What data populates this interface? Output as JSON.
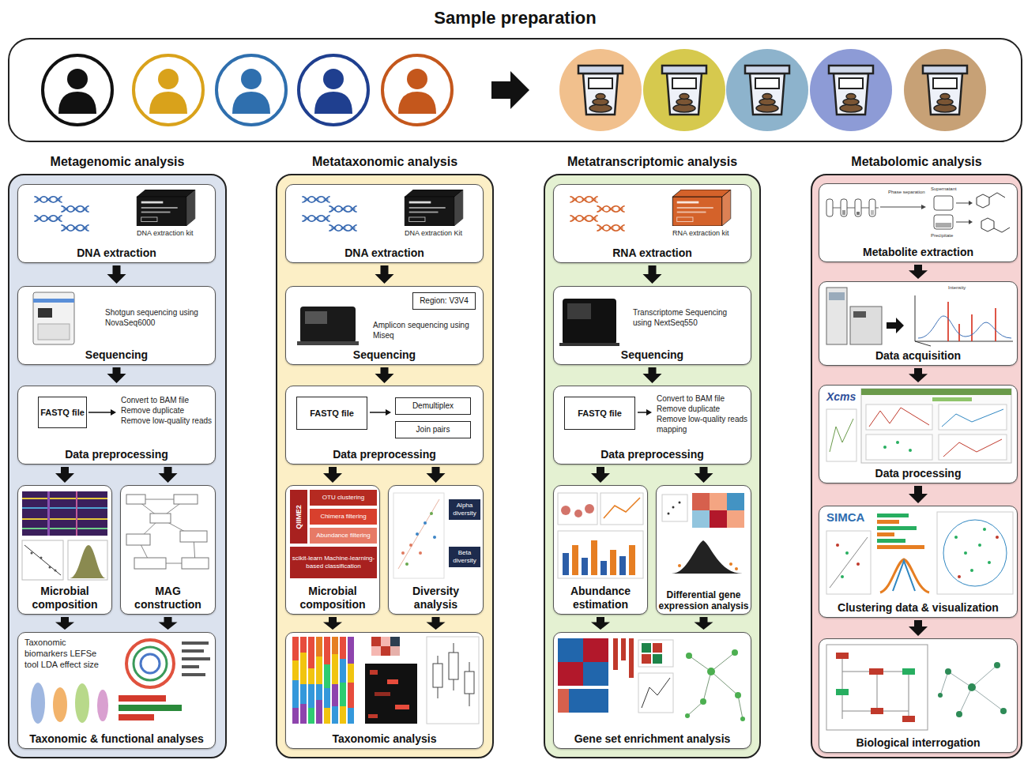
{
  "diagram": {
    "nodes": [
      {
        "text": [
          "Sample preparation"
        ]
      },
      {
        "text": [
          "Metagenomic analysis"
        ]
      },
      {
        "text": [
          "DNA extraction kit",
          "DNA extraction"
        ],
        "in": 1
      },
      {
        "text": [
          "Shotgun sequencing using NovaSeq6000",
          "Sequencing"
        ],
        "in": 1
      },
      {
        "text": [
          "Convert to BAM file Remove duplicate Remove low-quality reads",
          "Data preprocessing"
        ],
        "in": 1
      },
      {
        "text": [
          "FASTQ file"
        ],
        "in": 4
      },
      {
        "text": [
          "Microbial composition"
        ],
        "in": 1
      },
      {
        "text": [
          "MAG construction"
        ],
        "in": 1
      },
      {
        "text": [
          "Taxonomic biomarkers LEFSe tool LDA effect size",
          "Taxonomic & functional analyses"
        ],
        "in": 1
      },
      {
        "text": [
          "Metataxonomic analysis"
        ]
      },
      {
        "text": [
          "DNA extraction Kit",
          "DNA extraction"
        ],
        "in": 9
      },
      {
        "text": [
          "Amplicon sequencing using Miseq",
          "Sequencing"
        ],
        "in": 9
      },
      {
        "text": [
          "Region: V3V4"
        ],
        "in": 11
      },
      {
        "text": [
          "Data preprocessing"
        ],
        "in": 9
      },
      {
        "text": [
          "FASTQ file"
        ],
        "in": 13
      },
      {
        "text": [
          "Demultiplex"
        ],
        "in": 13
      },
      {
        "text": [
          "Join pairs"
        ],
        "in": 13
      },
      {
        "text": [
          "Microbial composition"
        ],
        "in": 9
      },
      {
        "text": [
          "QIIME2"
        ],
        "in": 17
      },
      {
        "text": [
          "OTU clustering"
        ],
        "in": 17
      },
      {
        "text": [
          "Chimera filtering"
        ],
        "in": 17
      },
      {
        "text": [
          "Abundance filtering"
        ],
        "in": 17
      },
      {
        "text": [
          "scikit-learn Machine-learning-based classification"
        ],
        "in": 17
      },
      {
        "text": [
          "Diversity analysis"
        ],
        "in": 9
      },
      {
        "text": [
          "Alpha diversity"
        ],
        "in": 23
      },
      {
        "text": [
          "Beta diversity"
        ],
        "in": 23
      },
      {
        "text": [
          "Taxonomic analysis"
        ],
        "in": 9
      },
      {
        "text": [
          "Metatranscriptomic analysis"
        ]
      },
      {
        "text": [
          "RNA extraction kit",
          "RNA extraction"
        ],
        "in": 27
      },
      {
        "text": [
          "Transcriptome Sequencing using NextSeq550",
          "Sequencing"
        ],
        "in": 27
      },
      {
        "text": [
          "Convert to BAM file Remove duplicate Remove low-quality reads mapping",
          "Data preprocessing"
        ],
        "in": 27
      },
      {
        "text": [
          "FASTQ file"
        ],
        "in": 30
      },
      {
        "text": [
          "Abundance estimation"
        ],
        "in": 27
      },
      {
        "text": [
          "Differential gene expression analysis"
        ],
        "in": 27
      },
      {
        "text": [
          "Gene set enrichment analysis"
        ],
        "in": 27
      },
      {
        "text": [
          "Metabolomic analysis"
        ]
      },
      {
        "text": [
          "Metabolite extraction"
        ],
        "in": 35
      },
      {
        "text": [
          "Data acquisition"
        ],
        "in": 35
      },
      {
        "text": [
          "Data processing"
        ],
        "in": 35
      },
      {
        "text": [
          "Clustering data & visualization"
        ],
        "in": 35
      },
      {
        "text": [
          "Biological interrogation"
        ],
        "in": 35
      }
    ],
    "edges": [
      {
        "from": 2,
        "to": 3,
        "arrow": "to"
      },
      {
        "from": 3,
        "to": 4,
        "arrow": "to"
      },
      {
        "from": 4,
        "to": 6,
        "arrow": "to"
      },
      {
        "from": 4,
        "to": 7,
        "arrow": "to"
      },
      {
        "from": 6,
        "to": 8,
        "arrow": "to"
      },
      {
        "from": 7,
        "to": 8,
        "arrow": "to"
      },
      {
        "from": 10,
        "to": 11,
        "arrow": "to"
      },
      {
        "from": 11,
        "to": 13,
        "arrow": "to"
      },
      {
        "from": 13,
        "to": 17,
        "arrow": "to"
      },
      {
        "from": 13,
        "to": 23,
        "arrow": "to"
      },
      {
        "from": 17,
        "to": 26,
        "arrow": "to"
      },
      {
        "from": 23,
        "to": 26,
        "arrow": "to"
      },
      {
        "from": 28,
        "to": 29,
        "arrow": "to"
      },
      {
        "from": 29,
        "to": 30,
        "arrow": "to"
      },
      {
        "from": 30,
        "to": 32,
        "arrow": "to"
      },
      {
        "from": 30,
        "to": 33,
        "arrow": "to"
      },
      {
        "from": 32,
        "to": 34,
        "arrow": "to"
      },
      {
        "from": 33,
        "to": 34,
        "arrow": "to"
      },
      {
        "from": 36,
        "to": 37,
        "arrow": "to"
      },
      {
        "from": 37,
        "to": 38,
        "arrow": "to"
      },
      {
        "from": 38,
        "to": 39,
        "arrow": "to"
      },
      {
        "from": 39,
        "to": 40,
        "arrow": "to"
      }
    ],
    "labels": [
      "Phase separation",
      "Supernatant",
      "Precipitate",
      "Intensity",
      "Xcms",
      "SIMCA"
    ]
  }
}
